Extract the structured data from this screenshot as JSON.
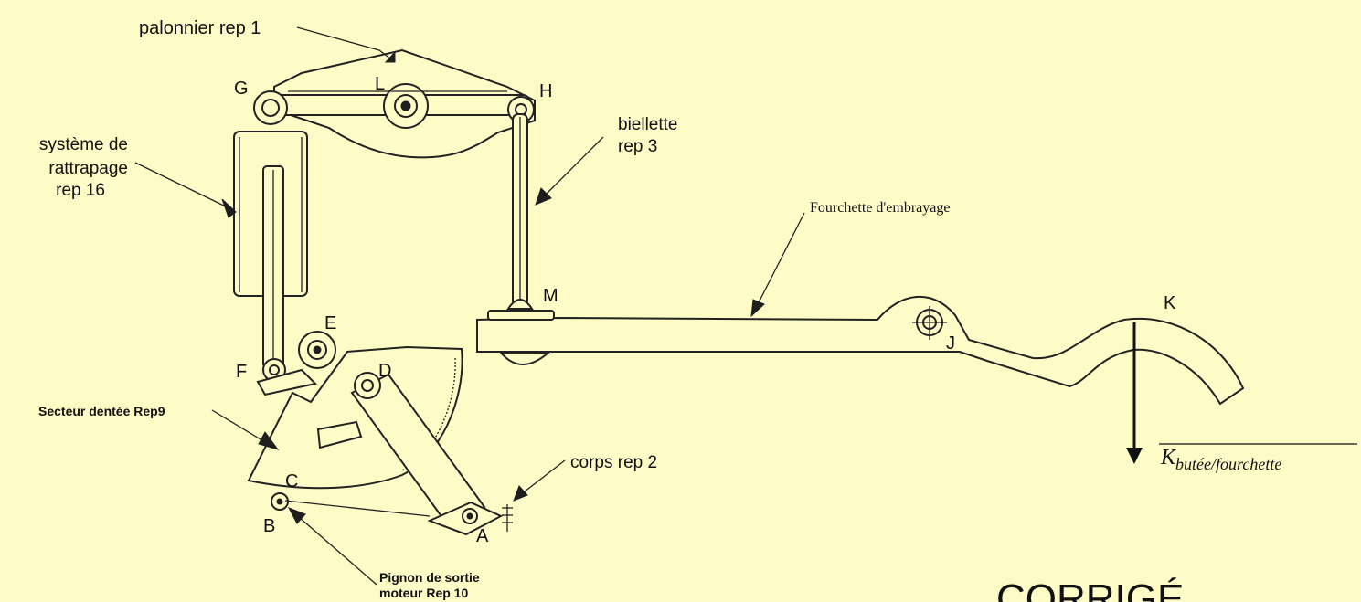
{
  "colors": {
    "background": "#fdfbc6",
    "ink": "#1e1e1e"
  },
  "labels": {
    "palonnier": "palonnier rep 1",
    "systeme_line1": "système de",
    "systeme_line2": "rattrapage",
    "systeme_line3": "rep 16",
    "biellette_line1": "biellette",
    "biellette_line2": "rep 3",
    "fourchette": "Fourchette d'embrayage",
    "secteur": "Secteur dentée Rep9",
    "corps": "corps rep 2",
    "pignon_line1": "Pignon de sortie",
    "pignon_line2": "moteur Rep 10"
  },
  "points": {
    "G": "G",
    "L": "L",
    "H": "H",
    "M": "M",
    "E": "E",
    "F": "F",
    "D": "D",
    "C": "C",
    "B": "B",
    "A": "A",
    "J": "J",
    "K": "K"
  },
  "force": {
    "main": "K",
    "subscript": "butée/fourchette"
  },
  "stamp": "CORRIGÉ"
}
